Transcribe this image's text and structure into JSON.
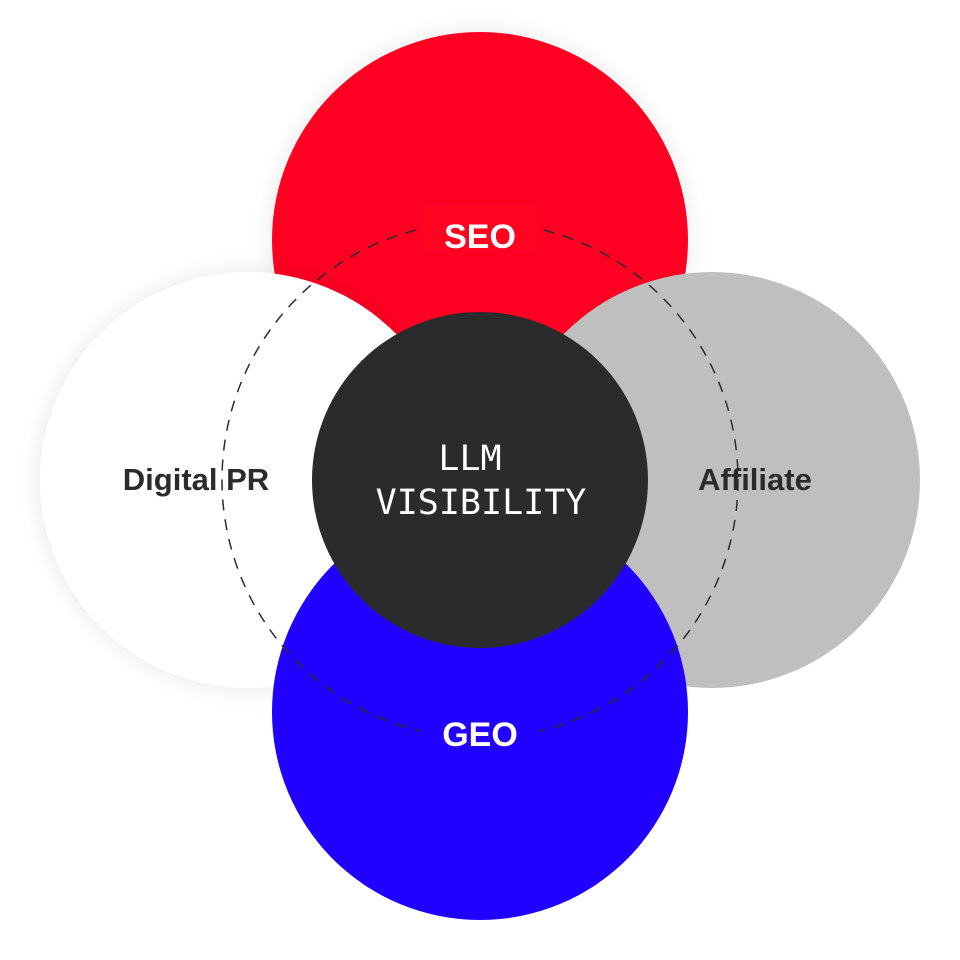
{
  "diagram": {
    "center_label_line1": "LLM",
    "center_label_line2": "VISIBILITY",
    "circles": {
      "top": {
        "label": "SEO",
        "color": "#FF0420",
        "text_color": "#FFFFFF"
      },
      "left": {
        "label": "Digital PR",
        "color": "#FFFFFF",
        "text_color": "#2B2B2E"
      },
      "right": {
        "label": "Affiliate",
        "color": "#BFBFBF",
        "text_color": "#2B2B2E"
      },
      "bottom": {
        "label": "GEO",
        "color": "#2200FF",
        "text_color": "#FFFFFF"
      },
      "center": {
        "color": "#2B2B2E",
        "text_color": "#FFFFFF"
      }
    },
    "dashed_ring_color": "#2B2B2E"
  }
}
